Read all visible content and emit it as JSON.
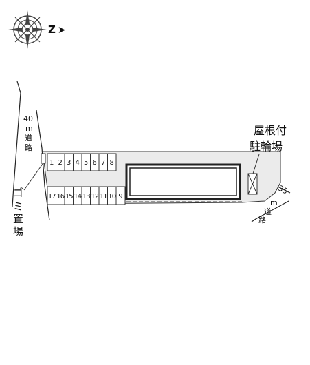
{
  "compass": {
    "direction_label": "Z",
    "arrow": "➤",
    "icon": "compass-rose-icon"
  },
  "road_left": {
    "width_chars": [
      "40",
      "m",
      "道",
      "路"
    ]
  },
  "road_right": {
    "width_chars": [
      "35",
      "m",
      "道",
      "路"
    ]
  },
  "garbage": {
    "chars": [
      "ゴ",
      "ミ",
      "置",
      "場"
    ]
  },
  "bicycle_parking": {
    "line1": "屋根付",
    "line2": "駐輪場"
  },
  "parking": {
    "top_row": [
      "1",
      "2",
      "3",
      "4",
      "5",
      "6",
      "7",
      "8"
    ],
    "bottom_row": [
      "17",
      "16",
      "15",
      "14",
      "13",
      "12",
      "11",
      "10",
      "9"
    ]
  },
  "colors": {
    "lot_fill": "#ebebeb",
    "outline": "#333333",
    "building": "#222222"
  }
}
